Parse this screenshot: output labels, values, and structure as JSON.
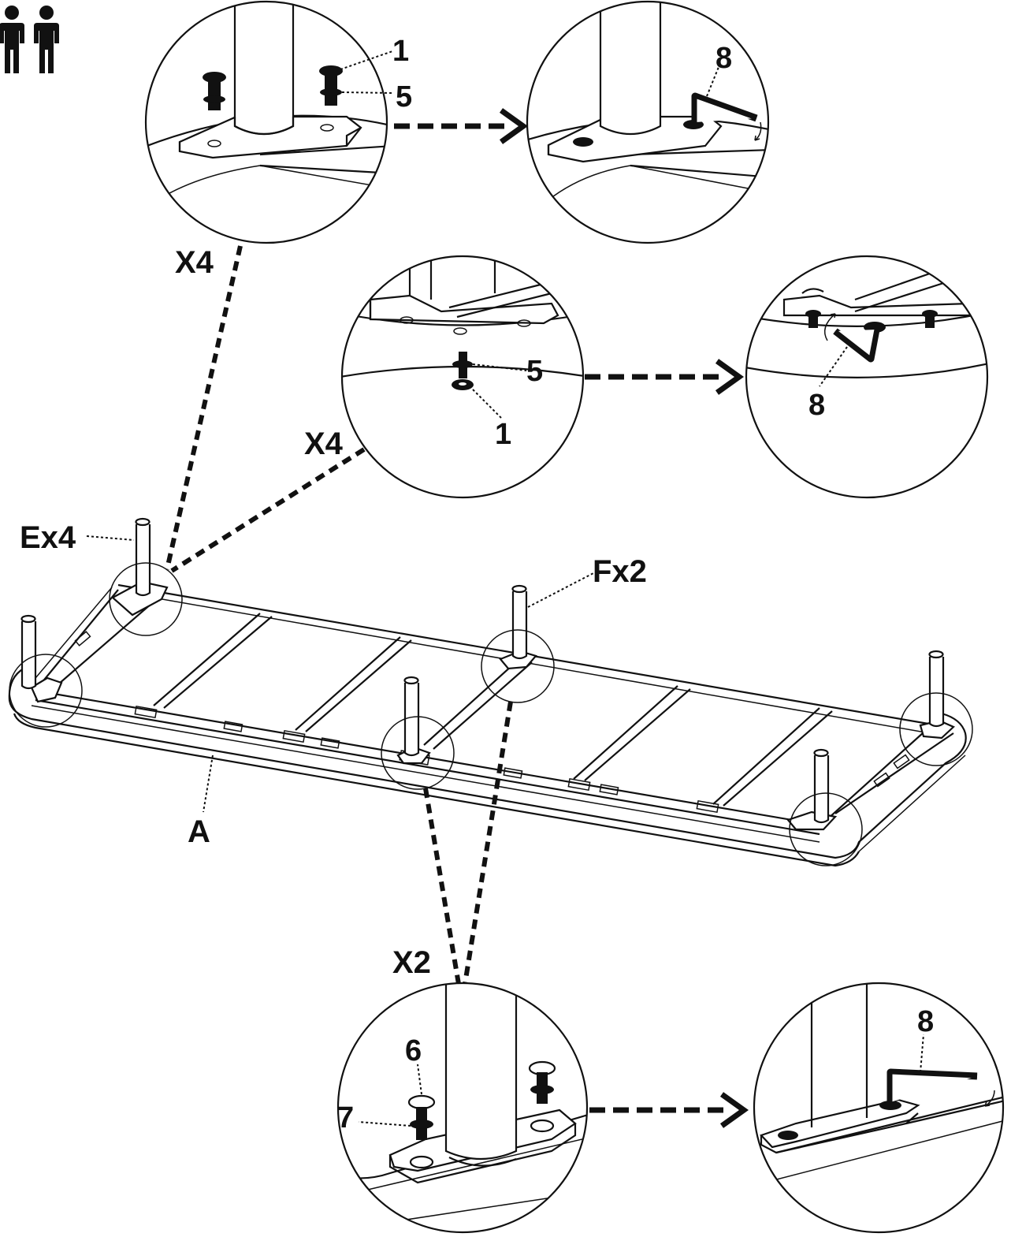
{
  "icons": {
    "people": "two-person-icon",
    "hex_key": "hex-key-icon",
    "bolt": "bolt-icon",
    "washer": "washer-icon"
  },
  "labels": {
    "frame_part": "A",
    "legs_e": "Ex4",
    "legs_f": "Fx2",
    "detail_top_count": "X4",
    "detail_mid_count": "X4",
    "detail_bottom_count": "X2"
  },
  "detail_top": {
    "bolt": "1",
    "washer": "5",
    "key": "8"
  },
  "detail_mid": {
    "bolt": "1",
    "washer": "5",
    "key": "8"
  },
  "detail_bottom": {
    "bolt": "6",
    "washer": "7",
    "key": "8"
  }
}
